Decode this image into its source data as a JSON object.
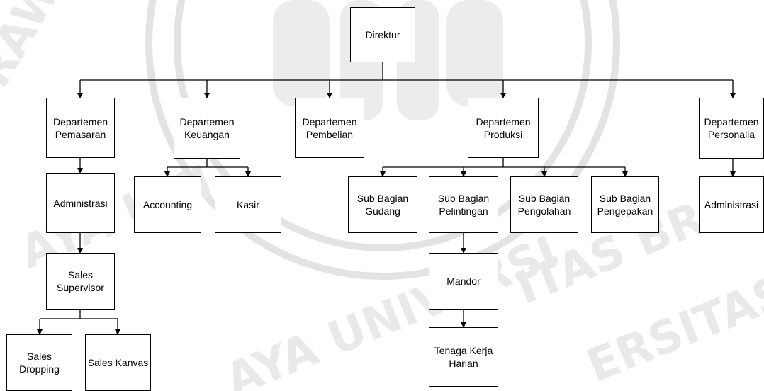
{
  "colors": {
    "line": "#000000",
    "box_border": "#000000",
    "box_fill": "#ffffff",
    "watermark": "#e6e6e6"
  },
  "watermark": {
    "text": "UNIVERSITAS BRAWIJAYA",
    "logo": "university-seal"
  },
  "nodes": {
    "direktur": "Direktur",
    "dept_pemasaran": "Departemen Pemasaran",
    "dept_keuangan": "Departemen Keuangan",
    "dept_pembelian": "Departemen Pembelian",
    "dept_produksi": "Departemen Produksi",
    "dept_personalia": "Departemen Personalia",
    "administrasi_pemasaran": "Administrasi",
    "accounting": "Accounting",
    "kasir": "Kasir",
    "sub_bagian_gudang": "Sub Bagian Gudang",
    "sub_bagian_pelintingan": "Sub Bagian Pelintingan",
    "sub_bagian_pengolahan": "Sub Bagian Pengolahan",
    "sub_bagian_pengepakan": "Sub Bagian Pengepakan",
    "administrasi_personalia": "Administrasi",
    "sales_supervisor": "Sales Supervisor",
    "mandor": "Mandor",
    "sales_dropping": "Sales Dropping",
    "sales_kanvas": "Sales Kanvas",
    "tenaga_kerja_harian": "Tenaga Kerja Harian"
  }
}
